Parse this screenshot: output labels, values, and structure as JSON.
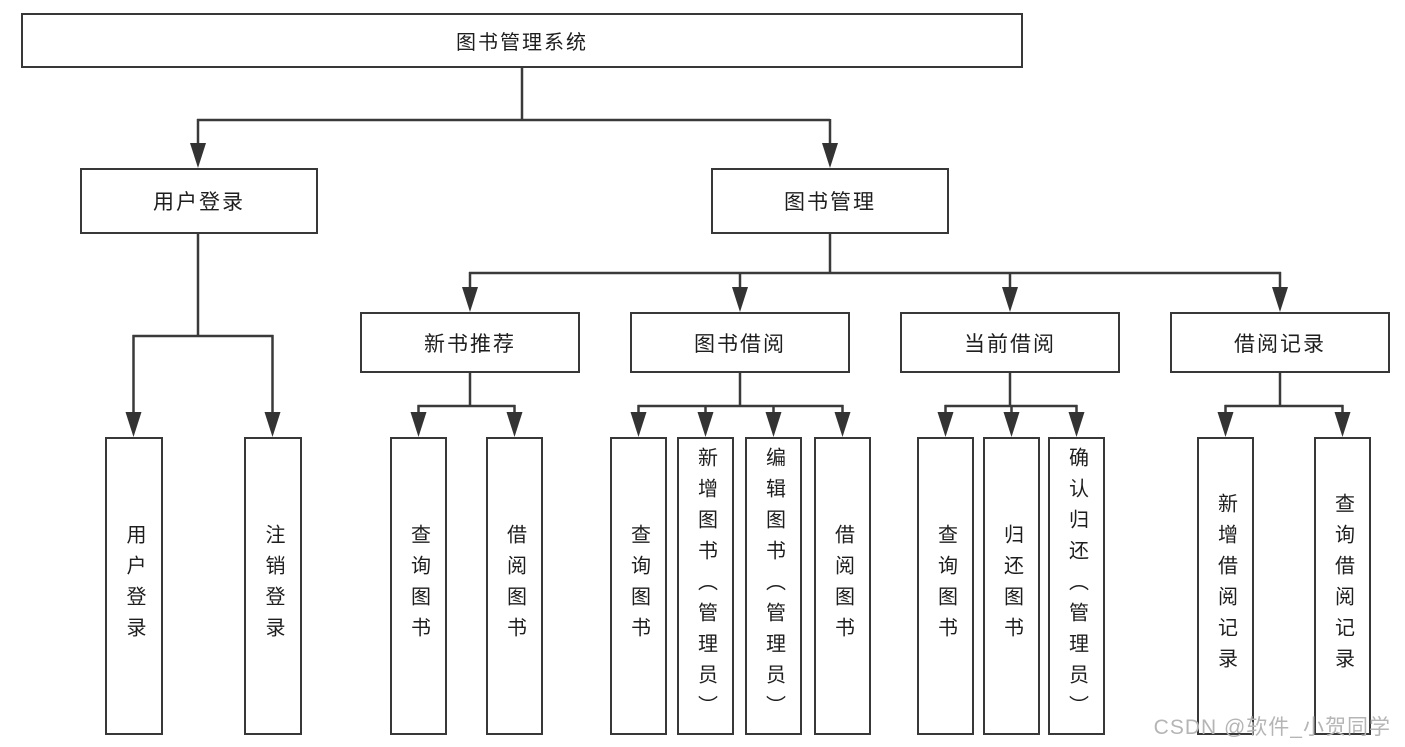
{
  "tree": {
    "root": "图书管理系统",
    "login_branch": {
      "label": "用户登录",
      "leaves": [
        "用户登录",
        "注销登录"
      ]
    },
    "mgmt_branch": {
      "label": "图书管理",
      "sections": [
        {
          "label": "新书推荐",
          "leaves": [
            "查询图书",
            "借阅图书"
          ]
        },
        {
          "label": "图书借阅",
          "leaves": [
            "查询图书",
            "新增图书（管理员）",
            "编辑图书（管理员）",
            "借阅图书"
          ]
        },
        {
          "label": "当前借阅",
          "leaves": [
            "查询图书",
            "归还图书",
            "确认归还（管理员）"
          ]
        },
        {
          "label": "借阅记录",
          "leaves": [
            "新增借阅记录",
            "查询借阅记录"
          ]
        }
      ]
    }
  },
  "watermark": "CSDN @软件_小贺同学",
  "colors": {
    "line": "#3a3a3a",
    "border": "#383838",
    "text": "#1e1e1e",
    "background": "#ffffff",
    "watermark": "#b5b5b5"
  }
}
